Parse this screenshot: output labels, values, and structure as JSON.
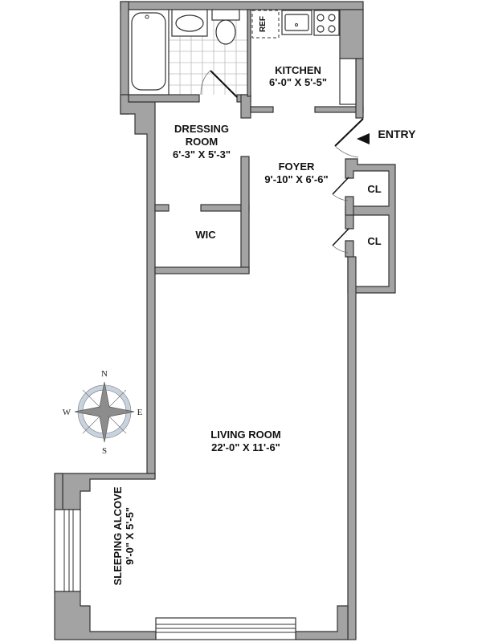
{
  "rooms": {
    "kitchen": {
      "name": "KITCHEN",
      "dims": "6'-0\" X 5'-5\""
    },
    "dressing": {
      "name1": "DRESSING",
      "name2": "ROOM",
      "dims": "6'-3\" X 5'-3\""
    },
    "foyer": {
      "name": "FOYER",
      "dims": "9'-10\" X 6'-6\""
    },
    "wic": {
      "name": "WIC"
    },
    "closet1": {
      "name": "CL"
    },
    "closet2": {
      "name": "CL"
    },
    "living": {
      "name": "LIVING ROOM",
      "dims": "22'-0\" X 11'-6\""
    },
    "alcove": {
      "name": "SLEEPING ALCOVE",
      "dims": "9'-0\" X 5'-5\""
    }
  },
  "entry": {
    "label": "ENTRY"
  },
  "fixtures": {
    "ref": "REF"
  },
  "compass": {
    "n": "N",
    "e": "E",
    "s": "S",
    "w": "W"
  },
  "colors": {
    "wall": "#a3a3a3",
    "line": "#333333",
    "compass_ring": "#c9d3e0"
  }
}
